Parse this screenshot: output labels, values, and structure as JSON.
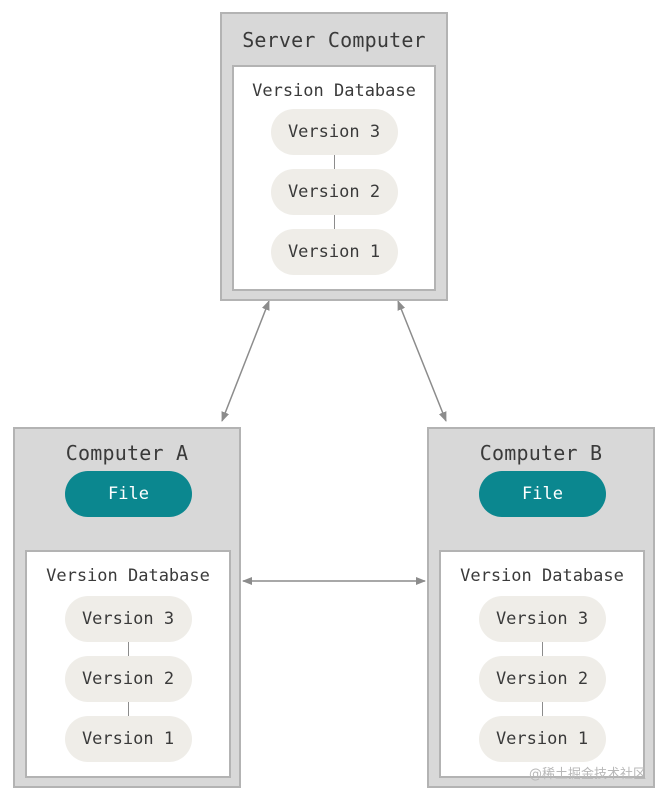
{
  "server": {
    "title": "Server Computer",
    "database": {
      "title": "Version Database",
      "versions": [
        "Version 3",
        "Version 2",
        "Version 1"
      ]
    }
  },
  "computer_a": {
    "title": "Computer A",
    "file_label": "File",
    "database": {
      "title": "Version Database",
      "versions": [
        "Version 3",
        "Version 2",
        "Version 1"
      ]
    }
  },
  "computer_b": {
    "title": "Computer B",
    "file_label": "File",
    "database": {
      "title": "Version Database",
      "versions": [
        "Version 3",
        "Version 2",
        "Version 1"
      ]
    }
  },
  "watermark": "@稀土掘金技术社区",
  "colors": {
    "computer_bg": "#d8d8d8",
    "border": "#b3b3b3",
    "version_pill": "#efede8",
    "file_pill": "#0b878f",
    "arrow": "#8c8c8c"
  }
}
